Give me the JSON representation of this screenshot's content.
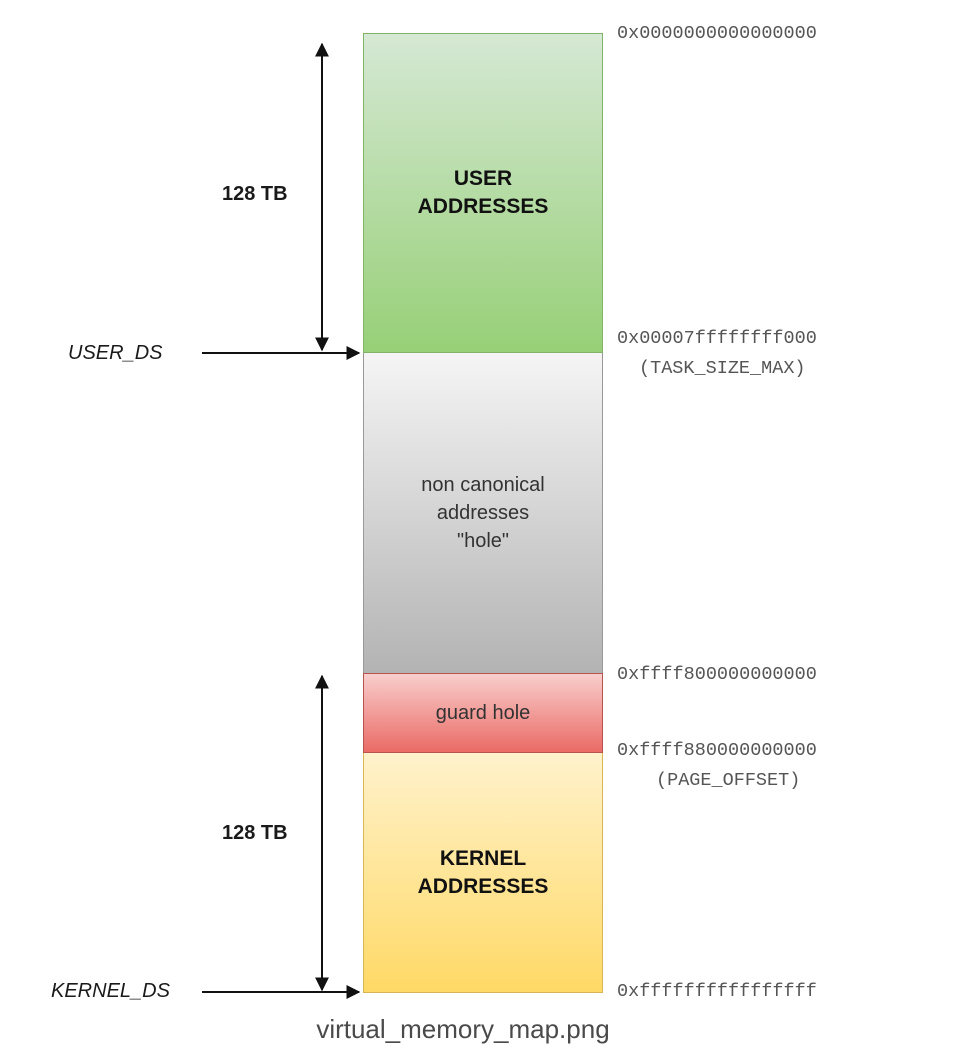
{
  "regions": {
    "user": "USER\nADDRESSES",
    "hole": "non canonical\naddresses\n\"hole\"",
    "guard": "guard hole",
    "kernel": "KERNEL\nADDRESSES"
  },
  "addresses": {
    "start": "0x0000000000000000",
    "task_size_max": "0x00007ffffffff000",
    "task_size_max_note": "(TASK_SIZE_MAX)",
    "guard_start": "0xffff800000000000",
    "page_offset": "0xffff880000000000",
    "page_offset_note": "(PAGE_OFFSET)",
    "end": "0xffffffffffffffff"
  },
  "sizes": {
    "user": "128 TB",
    "kernel": "128 TB"
  },
  "segments": {
    "user_ds": "USER_DS",
    "kernel_ds": "KERNEL_DS"
  },
  "caption": "virtual_memory_map.png",
  "colors": {
    "user_top": "#d5e8d4",
    "user_bottom": "#97d077",
    "hole_top": "#f5f5f5",
    "hole_bottom": "#b3b3b3",
    "guard_top": "#f8cecc",
    "guard_bottom": "#ea6b66",
    "kernel_top": "#fff2cc",
    "kernel_bottom": "#ffd966"
  }
}
